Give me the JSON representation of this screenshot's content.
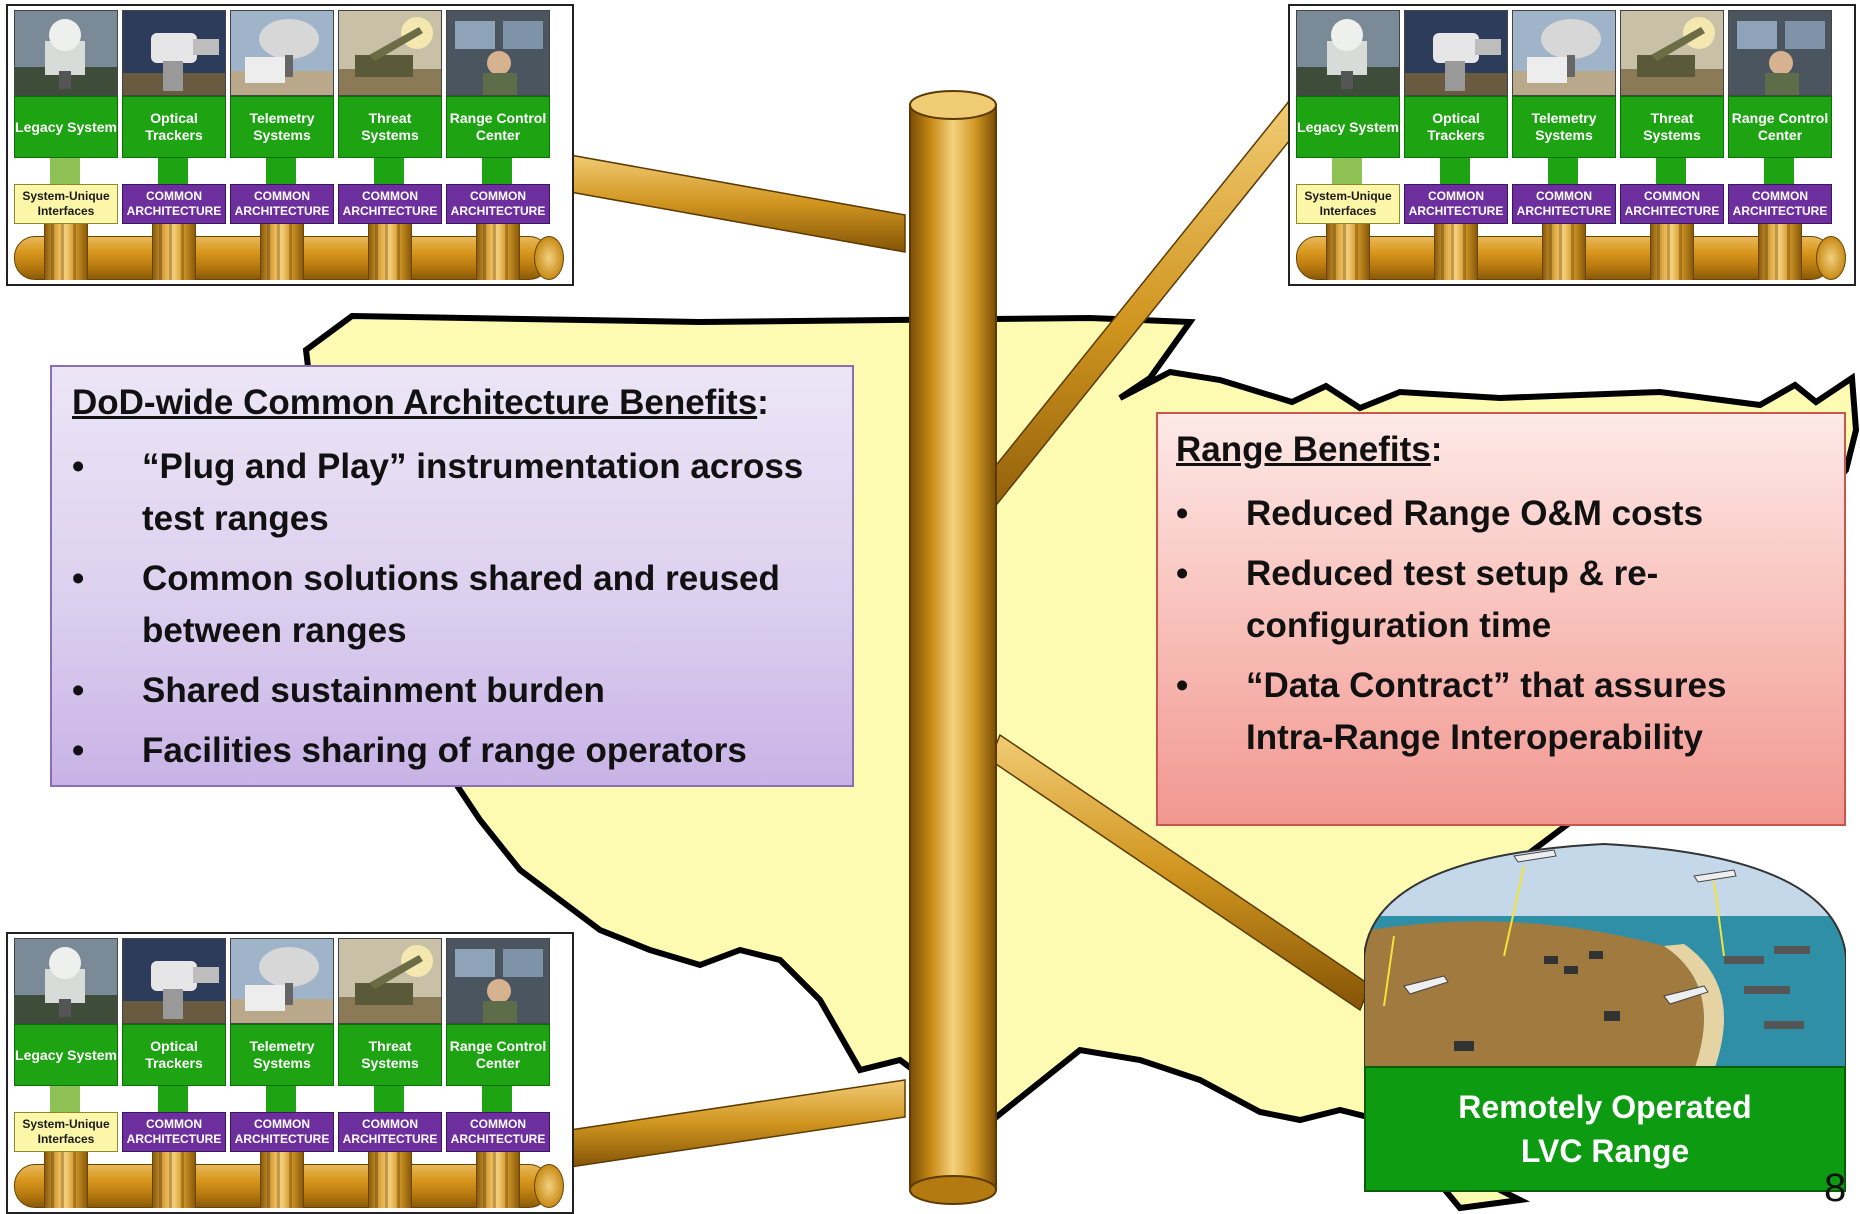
{
  "architecture_panels": {
    "systems": [
      {
        "name": "Legacy System",
        "interface": "System-Unique Interfaces",
        "legacy": true
      },
      {
        "name": "Optical Trackers",
        "interface": "COMMON ARCHITECTURE",
        "legacy": false
      },
      {
        "name": "Telemetry Systems",
        "interface": "COMMON ARCHITECTURE",
        "legacy": false
      },
      {
        "name": "Threat Systems",
        "interface": "COMMON ARCHITECTURE",
        "legacy": false
      },
      {
        "name": "Range Control Center",
        "interface": "COMMON ARCHITECTURE",
        "legacy": false
      }
    ]
  },
  "dod_benefits": {
    "title": "DoD-wide Common Architecture Benefits",
    "title_suffix": ":",
    "bullets": [
      "“Plug and Play” instrumentation across test ranges",
      "Common solutions shared and reused between ranges",
      "Shared sustainment burden",
      "Facilities sharing of range operators"
    ]
  },
  "range_benefits": {
    "title": "Range Benefits",
    "title_suffix": ":",
    "bullets": [
      "Reduced Range O&M costs",
      "Reduced test setup & re-configuration time",
      "“Data Contract” that assures Intra-Range Interoperability"
    ]
  },
  "lvc_range": {
    "line1": "Remotely Operated",
    "line2": "LVC Range"
  },
  "page_number": "8",
  "colors": {
    "map_fill": "#fdfbb2",
    "pipe_gold": "#d9981e",
    "system_green": "#1ea313",
    "architecture_purple": "#6e2f9e",
    "unique_yellow": "#fbf6a8",
    "dod_box": "#ddd0ef",
    "range_box": "#f8bcb6",
    "lvc_green": "#0d9b12"
  },
  "icons": [
    "radar-dish",
    "missile-launcher",
    "operator-console",
    "aircraft",
    "ship"
  ]
}
